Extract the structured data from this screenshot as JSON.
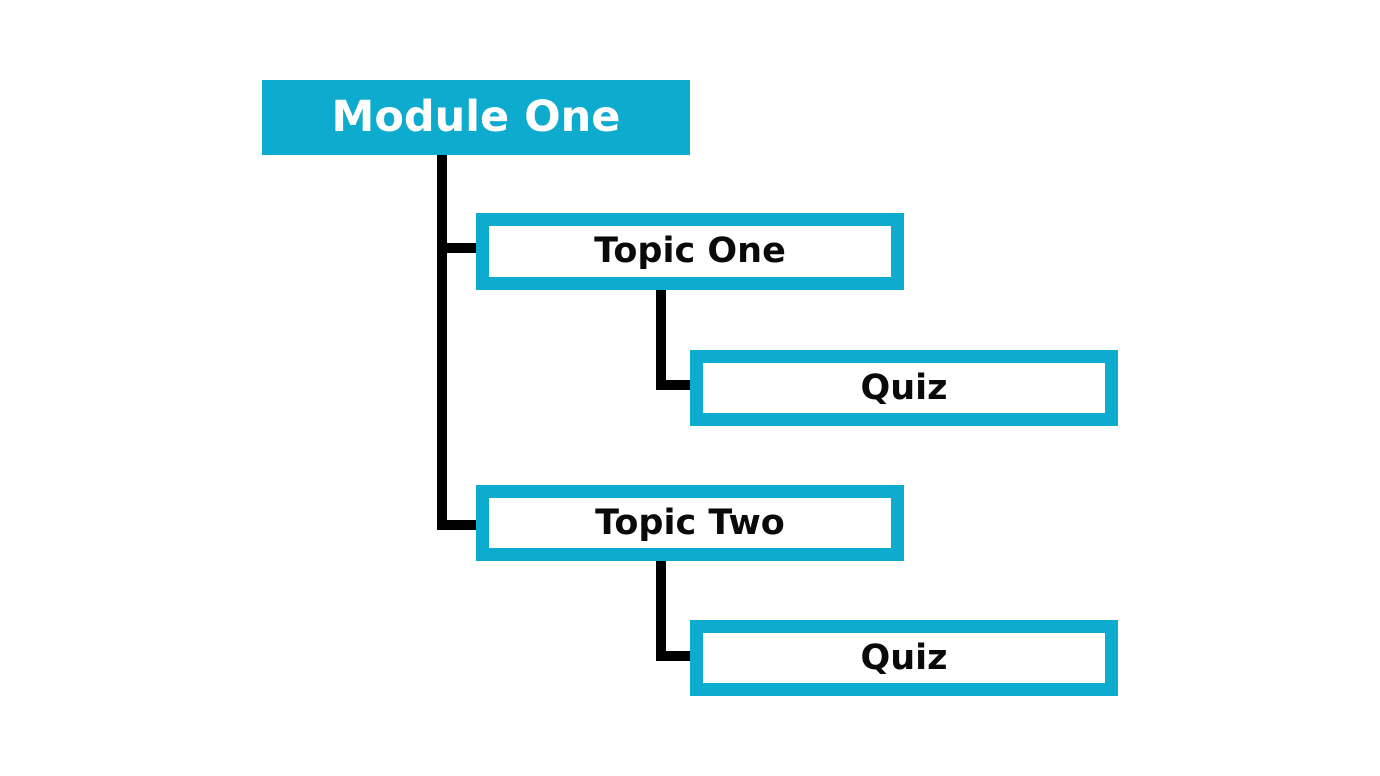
{
  "diagram": {
    "type": "hierarchy-tree",
    "orientation": "vertical-indented",
    "background_color": "#FFFFFF",
    "accent_color": "#0DABCE",
    "connector_color": "#000000",
    "nodes": [
      {
        "id": "module-one",
        "label": "Module One",
        "level": 0,
        "style": "filled",
        "fill_color": "#0DABCE",
        "text_color": "#FFFFFF"
      },
      {
        "id": "topic-one",
        "label": "Topic One",
        "level": 1,
        "style": "outlined",
        "fill_color": "#FFFFFF",
        "border_color": "#0DABCE",
        "text_color": "#0A0A0A"
      },
      {
        "id": "quiz-one",
        "label": "Quiz",
        "level": 2,
        "style": "outlined",
        "fill_color": "#FFFFFF",
        "border_color": "#0DABCE",
        "text_color": "#0A0A0A"
      },
      {
        "id": "topic-two",
        "label": "Topic Two",
        "level": 1,
        "style": "outlined",
        "fill_color": "#FFFFFF",
        "border_color": "#0DABCE",
        "text_color": "#0A0A0A"
      },
      {
        "id": "quiz-two",
        "label": "Quiz",
        "level": 2,
        "style": "outlined",
        "fill_color": "#FFFFFF",
        "border_color": "#0DABCE",
        "text_color": "#0A0A0A"
      }
    ],
    "edges": [
      {
        "from": "module-one",
        "to": "topic-one"
      },
      {
        "from": "module-one",
        "to": "topic-two"
      },
      {
        "from": "topic-one",
        "to": "quiz-one"
      },
      {
        "from": "topic-two",
        "to": "quiz-two"
      }
    ]
  }
}
